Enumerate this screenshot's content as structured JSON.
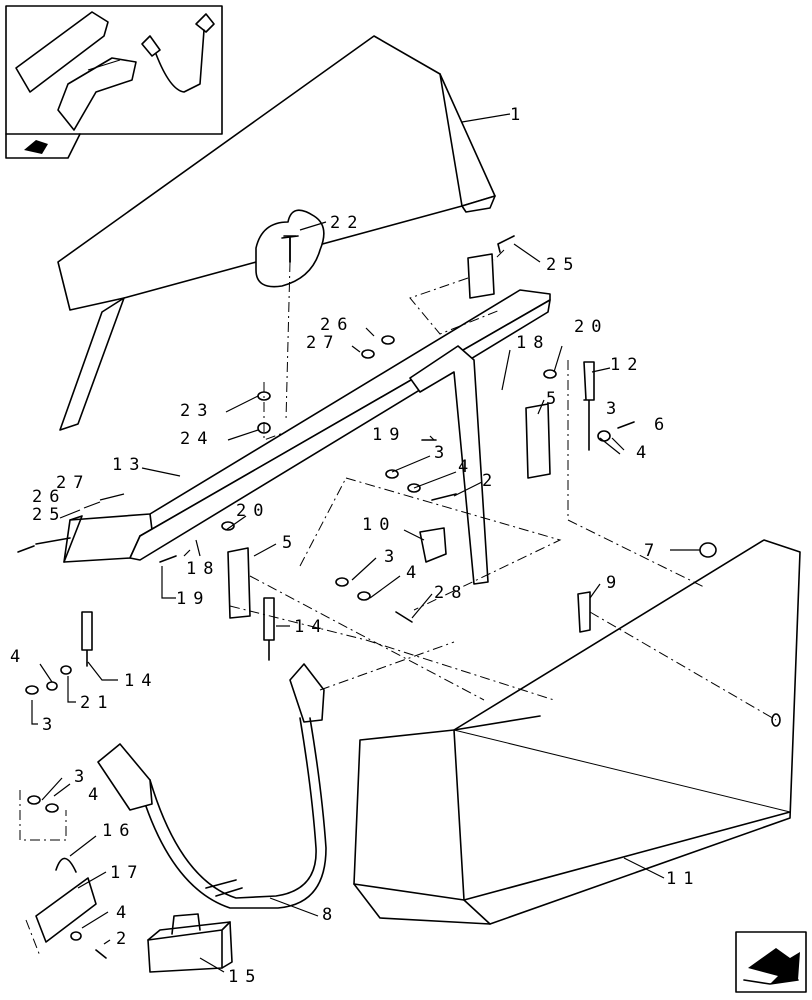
{
  "labels": {
    "l1": "1",
    "l2a": "2",
    "l2b": "2",
    "l3a": "3",
    "l3b": "3",
    "l3c": "3",
    "l3d": "3",
    "l3e": "3",
    "l4a": "4",
    "l4b": "4",
    "l4c": "4",
    "l4d": "4",
    "l4e": "4",
    "l4f": "4",
    "l5a": "5",
    "l5b": "5",
    "l6": "6",
    "l7": "7",
    "l8": "8",
    "l9": "9",
    "l10": "10",
    "l11": "11",
    "l12": "12",
    "l13": "13",
    "l14a": "14",
    "l14b": "14",
    "l15": "15",
    "l16": "16",
    "l17": "17",
    "l18a": "18",
    "l18b": "18",
    "l19a": "19",
    "l19b": "19",
    "l20a": "20",
    "l20b": "20",
    "l21": "21",
    "l22": "22",
    "l23": "23",
    "l24": "24",
    "l25a": "25",
    "l25b": "25",
    "l26a": "26",
    "l26b": "26",
    "l27a": "27",
    "l27b": "27",
    "l28": "28"
  },
  "icons": {
    "inset": "assembly-overview-thumbnail",
    "nav_small": "page-reference-arrow-icon",
    "nav_next": "next-page-arrow-icon"
  }
}
